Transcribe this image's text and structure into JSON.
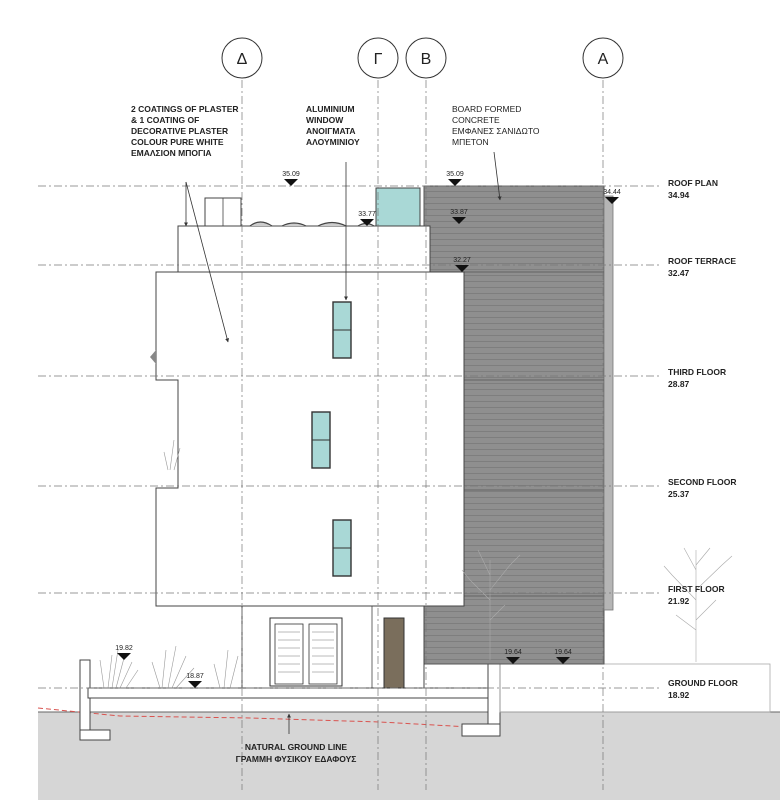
{
  "grid_axes": [
    {
      "id": "delta",
      "label": "Δ"
    },
    {
      "id": "gamma",
      "label": "Γ"
    },
    {
      "id": "beta",
      "label": "Β"
    },
    {
      "id": "alpha",
      "label": "Α"
    }
  ],
  "levels": [
    {
      "id": "roof-plan",
      "name": "ROOF PLAN",
      "value": "34.94"
    },
    {
      "id": "roof-terrace",
      "name": "ROOF TERRACE",
      "value": "32.47"
    },
    {
      "id": "third-floor",
      "name": "THIRD FLOOR",
      "value": "28.87"
    },
    {
      "id": "second-floor",
      "name": "SECOND FLOOR",
      "value": "25.37"
    },
    {
      "id": "first-floor",
      "name": "FIRST FLOOR",
      "value": "21.92"
    },
    {
      "id": "ground-floor",
      "name": "GROUND FLOOR",
      "value": "18.92"
    }
  ],
  "annotations": {
    "plaster": [
      "2 COATINGS OF PLASTER",
      "& 1 COATING OF",
      "DECORATIVE PLASTER",
      "COLOUR PURE WHITE",
      "ΕΜΑΛΣΙΟΝ ΜΠΟΓΙΑ"
    ],
    "window": [
      "ALUMINIUM",
      "WINDOW",
      "ΑΝΟΙΓΜΑΤΑ",
      "ΑΛΟΥΜΙΝΙΟΥ"
    ],
    "concrete": [
      "BOARD FORMED",
      "CONCRETE",
      "ΕΜΦΑΝΕΣ ΣΑΝΙΔΩΤΟ",
      "ΜΠΕΤΟΝ"
    ],
    "ground": [
      "NATURAL GROUND LINE",
      "ΓΡΑΜΜΗ ΦΥΣΙΚΟΥ ΕΔΑΦΟΥΣ"
    ]
  },
  "spot_levels": {
    "roof_top_left": "35.09",
    "roof_top_mid": "35.09",
    "parapet_right": "34.44",
    "terrace_left": "33.77",
    "terrace_mid": "33.87",
    "terrace_slab": "32.27",
    "garden_wall": "19.82",
    "garden_floor": "18.87",
    "entry_left": "19.64",
    "entry_right": "19.64"
  },
  "colors": {
    "concrete": "#8c8c8c",
    "glass": "#a9d8d6",
    "ground": "#d6d6d6",
    "door": "#7a6e5c",
    "ground_line": "#d9534f"
  }
}
